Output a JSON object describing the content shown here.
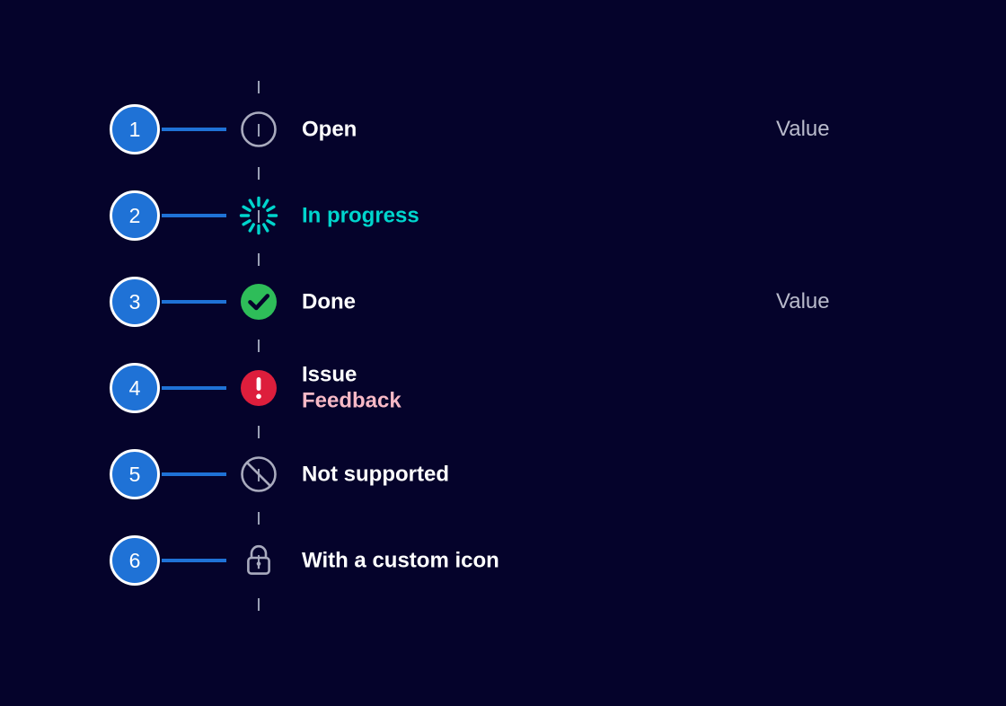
{
  "theme": {
    "background": "#05032b",
    "badge_fill": "#1f72d6",
    "badge_ring": "#ffffff",
    "connector": "#1f72d6",
    "spine": "#9aa0b5",
    "text_primary": "#ffffff",
    "text_muted": "#b9bbcc",
    "accent_teal": "#00d5cd",
    "accent_pink": "#f7b9c6",
    "status_done": "#2ebd59",
    "status_issue": "#dd1e3c",
    "status_neutral": "#a9abbe"
  },
  "timeline": {
    "rows": [
      {
        "number": "1",
        "icon": "open-circle-icon",
        "label": "Open",
        "sublabel": "",
        "value": "Value"
      },
      {
        "number": "2",
        "icon": "spinner-icon",
        "label": "In progress",
        "sublabel": "",
        "value": ""
      },
      {
        "number": "3",
        "icon": "check-circle-icon",
        "label": "Done",
        "sublabel": "",
        "value": "Value"
      },
      {
        "number": "4",
        "icon": "exclamation-circle-icon",
        "label": "Issue",
        "sublabel": "Feedback",
        "value": ""
      },
      {
        "number": "5",
        "icon": "no-entry-icon",
        "label": "Not supported",
        "sublabel": "",
        "value": ""
      },
      {
        "number": "6",
        "icon": "lock-icon",
        "label": "With a custom icon",
        "sublabel": "",
        "value": ""
      }
    ]
  }
}
